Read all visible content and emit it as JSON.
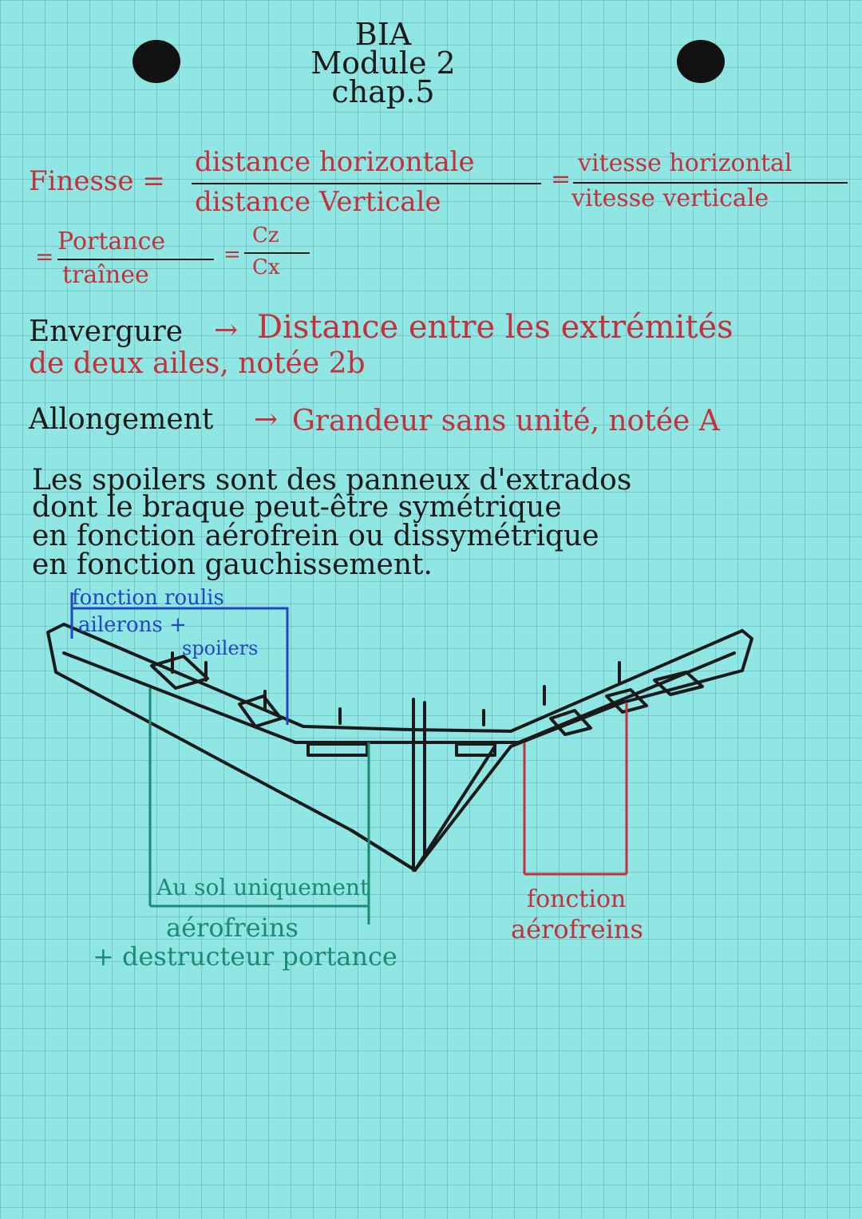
{
  "header": {
    "title_lines": [
      "BIA",
      "Module 2",
      "chap.5"
    ]
  },
  "finesse": {
    "label": "Finesse =",
    "num1": "distance horizontale",
    "den1": "distance Verticale",
    "eq": "=",
    "num2": "vitesse horizontal",
    "den2": "vitesse verticale",
    "eq2": "=",
    "num3": "Portance",
    "den3": "traînee",
    "eq3": "=",
    "num4": "Cz",
    "den4": "Cx"
  },
  "envergure": {
    "term": "Envergure",
    "arrow": "→",
    "def_line1": "Distance entre les extrémités",
    "def_line2": "de deux ailes, notée 2b"
  },
  "allongement": {
    "term": "Allongement",
    "arrow": "→",
    "def": "Grandeur sans unité, notée A"
  },
  "spoilers": {
    "lines": [
      "Les spoilers sont des panneux d'extrados",
      "dont le braque peut-être symétrique",
      "en fonction aérofrein ou dissymétrique",
      "en fonction gauchissement."
    ]
  },
  "diagram": {
    "label_roulis": "fonction roulis",
    "label_ailerons": "ailerons +",
    "label_spoilers": "spoilers",
    "label_sol": "Au sol uniquement",
    "label_aerofreins": "aérofreins",
    "label_destructeur": "+ destructeur portance",
    "label_fonction": "fonction",
    "label_aerofreins_right": "aérofreins",
    "colors": {
      "ink": "#1a1a1a",
      "red": "#c5303b",
      "blue": "#2147c4",
      "green": "#1b8b73"
    }
  }
}
